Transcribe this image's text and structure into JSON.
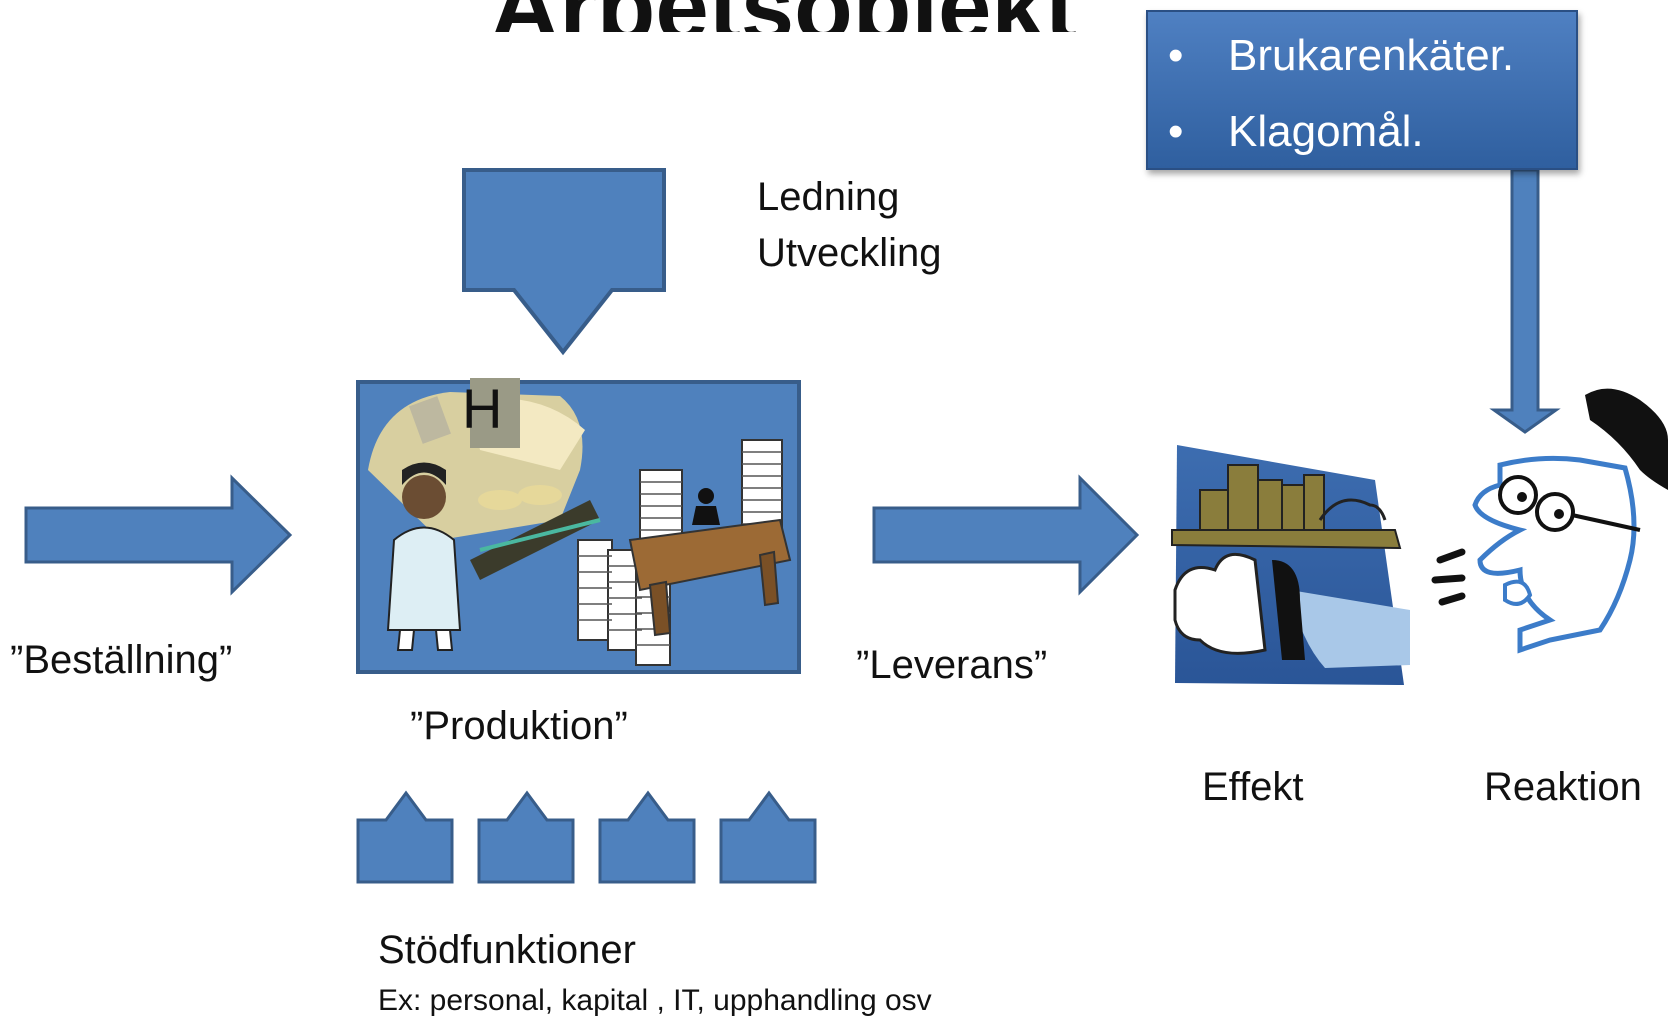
{
  "title_fragment": "Arbetsobjekt",
  "callout": {
    "items": [
      "Brukarenkäter.",
      "Klagomål."
    ]
  },
  "labels": {
    "ledning": "Ledning",
    "utveckling": "Utveckling",
    "bestallning": "”Beställning”",
    "produktion": "”Produktion”",
    "leverans": "”Leverans”",
    "effekt": "Effekt",
    "reaktion": "Reaktion",
    "stodfunktioner": "Stödfunktioner",
    "stod_examples": "Ex: personal, kapital , IT, upphandling osv"
  },
  "colors": {
    "arrow_fill": "#4f81bd",
    "arrow_stroke": "#385d8a"
  }
}
